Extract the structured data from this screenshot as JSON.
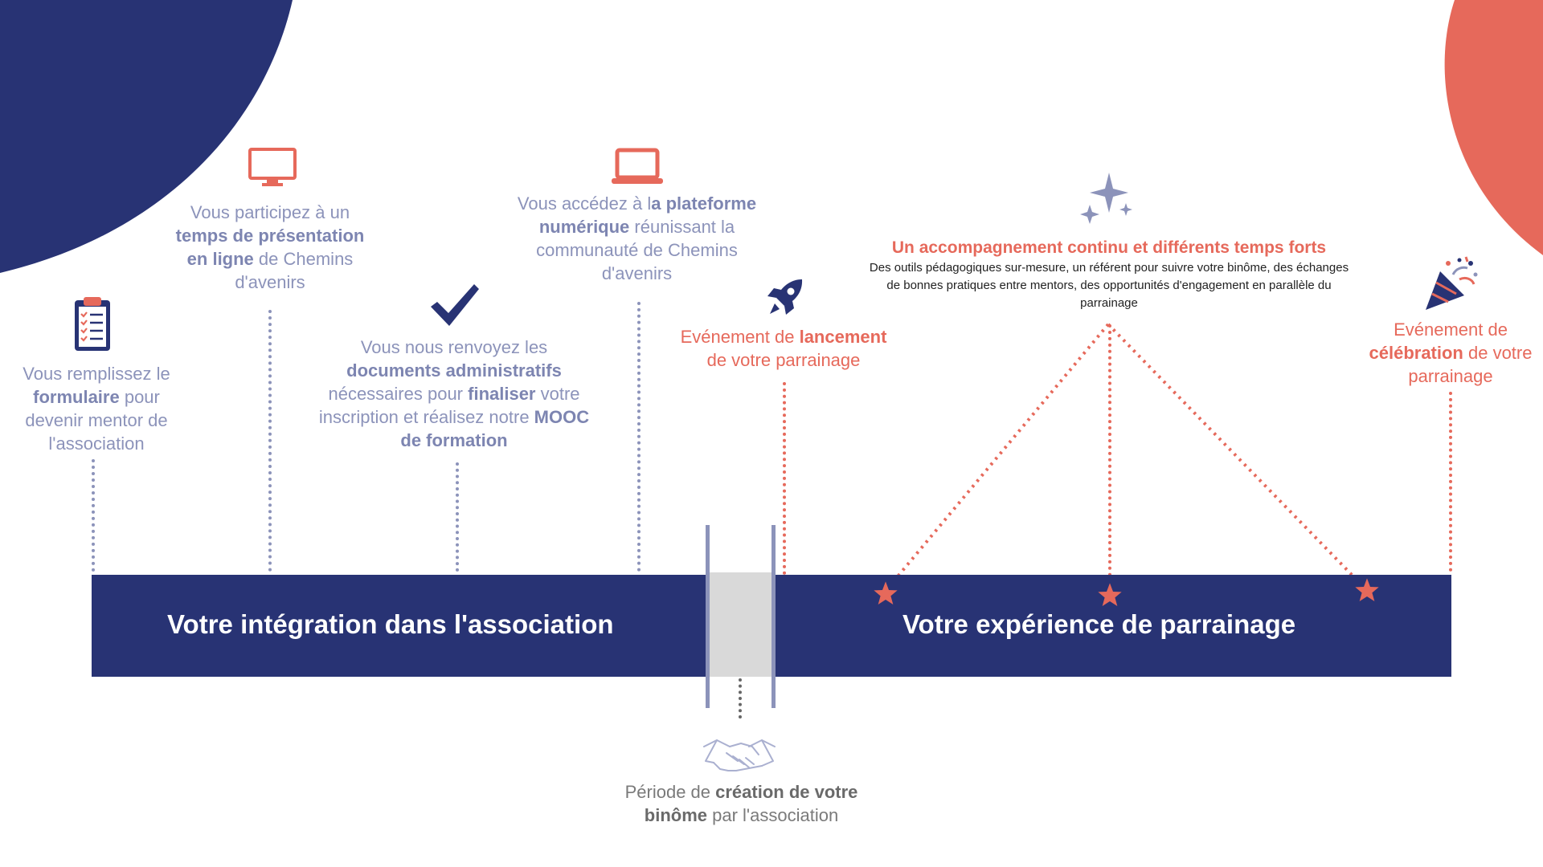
{
  "colors": {
    "navy": "#283374",
    "coral": "#e6695b",
    "lavender": "#8c93ba",
    "gray": "#d9d9d9"
  },
  "bars": {
    "integration": "Votre intégration dans l'association",
    "parrainage": "Votre expérience de parrainage"
  },
  "steps": {
    "formulaire": {
      "t1": "Vous remplissez le ",
      "b1": "formulaire",
      "t2": " pour devenir mentor de l'association",
      "icon": "clipboard-icon"
    },
    "presentation": {
      "t1": "Vous participez à un ",
      "b1": "temps de présentation en ligne",
      "t2": " de Chemins d'avenirs",
      "icon": "monitor-icon"
    },
    "documents": {
      "t1": "Vous nous renvoyez les ",
      "b1": "documents administratifs",
      "t2": " nécessaires pour ",
      "b2": "finaliser",
      "t3": " votre inscription et réalisez notre ",
      "b3": "MOOC de formation",
      "icon": "checkmark-icon"
    },
    "plateforme": {
      "t1": "Vous accédez à l",
      "b1": "a plateforme numérique",
      "t2": " réunissant la communauté de Chemins d'avenirs",
      "icon": "laptop-icon"
    },
    "lancement": {
      "t1": "Evénement de ",
      "b1": "lancement",
      "t2": " de votre  parrainage",
      "icon": "rocket-icon"
    },
    "accompagnement": {
      "title": "Un accompagnement continu et différents temps forts",
      "desc": "Des outils pédagogiques sur-mesure, un référent pour suivre votre binôme, des échanges de bonnes pratiques entre mentors, des opportunités d'engagement en parallèle du parrainage",
      "icon": "sparkles-icon"
    },
    "celebration": {
      "t1": "Evénement de ",
      "b1": "célébration",
      "t2": " de votre parrainage",
      "icon": "party-popper-icon"
    },
    "binome": {
      "t1": "Période de ",
      "b1": "création de votre binôme",
      "t2": " par l'association",
      "icon": "handshake-icon"
    }
  }
}
